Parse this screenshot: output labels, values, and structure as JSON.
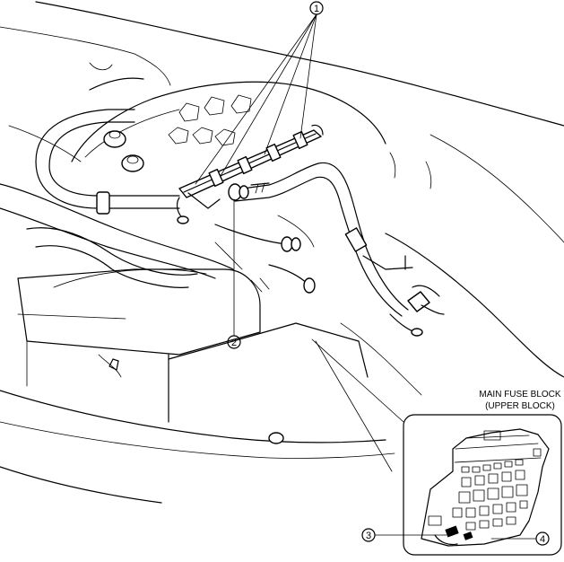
{
  "callouts": [
    {
      "id": "1",
      "label": "1"
    },
    {
      "id": "2",
      "label": "2"
    },
    {
      "id": "3",
      "label": "3"
    },
    {
      "id": "4",
      "label": "4"
    }
  ],
  "inset": {
    "title_line1": "MAIN FUSE BLOCK",
    "title_line2": "(UPPER BLOCK)"
  }
}
